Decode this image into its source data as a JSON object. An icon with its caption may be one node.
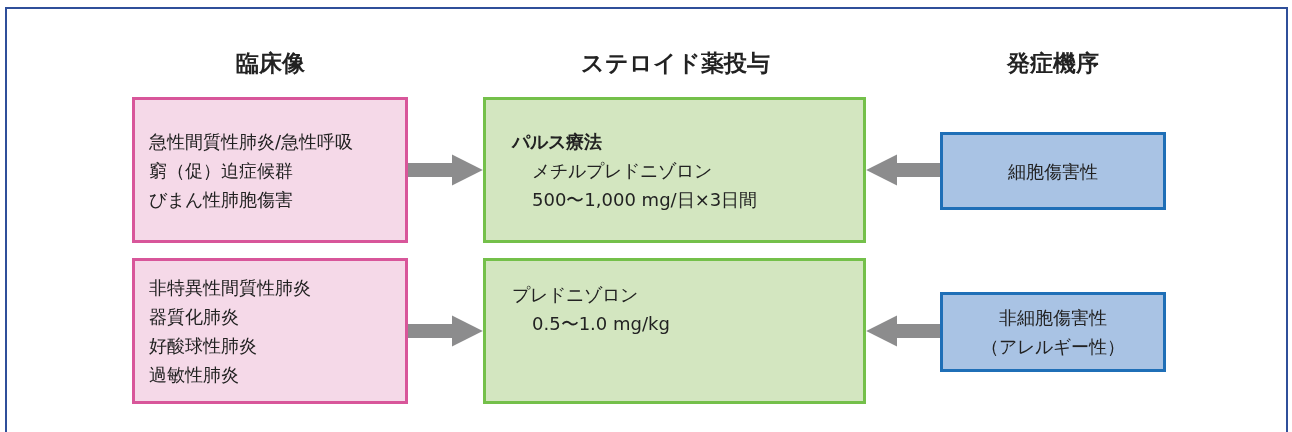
{
  "diagram": {
    "nodes": [
      {
        "text": [
          "急性間質性肺炎/急性呼吸窮（促）迫症候群",
          "びまん性肺胞傷害"
        ]
      },
      {
        "text": [
          "パルス療法",
          "メチルプレドニゾロン",
          "500〜1,000 mg/日×3日間"
        ]
      },
      {
        "text": [
          "細胞傷害性"
        ]
      },
      {
        "text": [
          "非特異性間質性肺炎",
          "器質化肺炎",
          "好酸球性肺炎",
          "過敏性肺炎"
        ]
      },
      {
        "text": [
          "プレドニゾロン",
          "0.5〜1.0 mg/kg"
        ]
      },
      {
        "text": [
          "非細胞傷害性",
          "（アレルギー性）"
        ]
      }
    ],
    "edges": [
      {
        "from": 0,
        "to": 1,
        "arrow": "to"
      },
      {
        "from": 2,
        "to": 1,
        "arrow": "to"
      },
      {
        "from": 3,
        "to": 4,
        "arrow": "to"
      },
      {
        "from": 5,
        "to": 4,
        "arrow": "to"
      }
    ],
    "labels": [
      "臨床像",
      "ステロイド薬投与",
      "発症機序"
    ]
  }
}
